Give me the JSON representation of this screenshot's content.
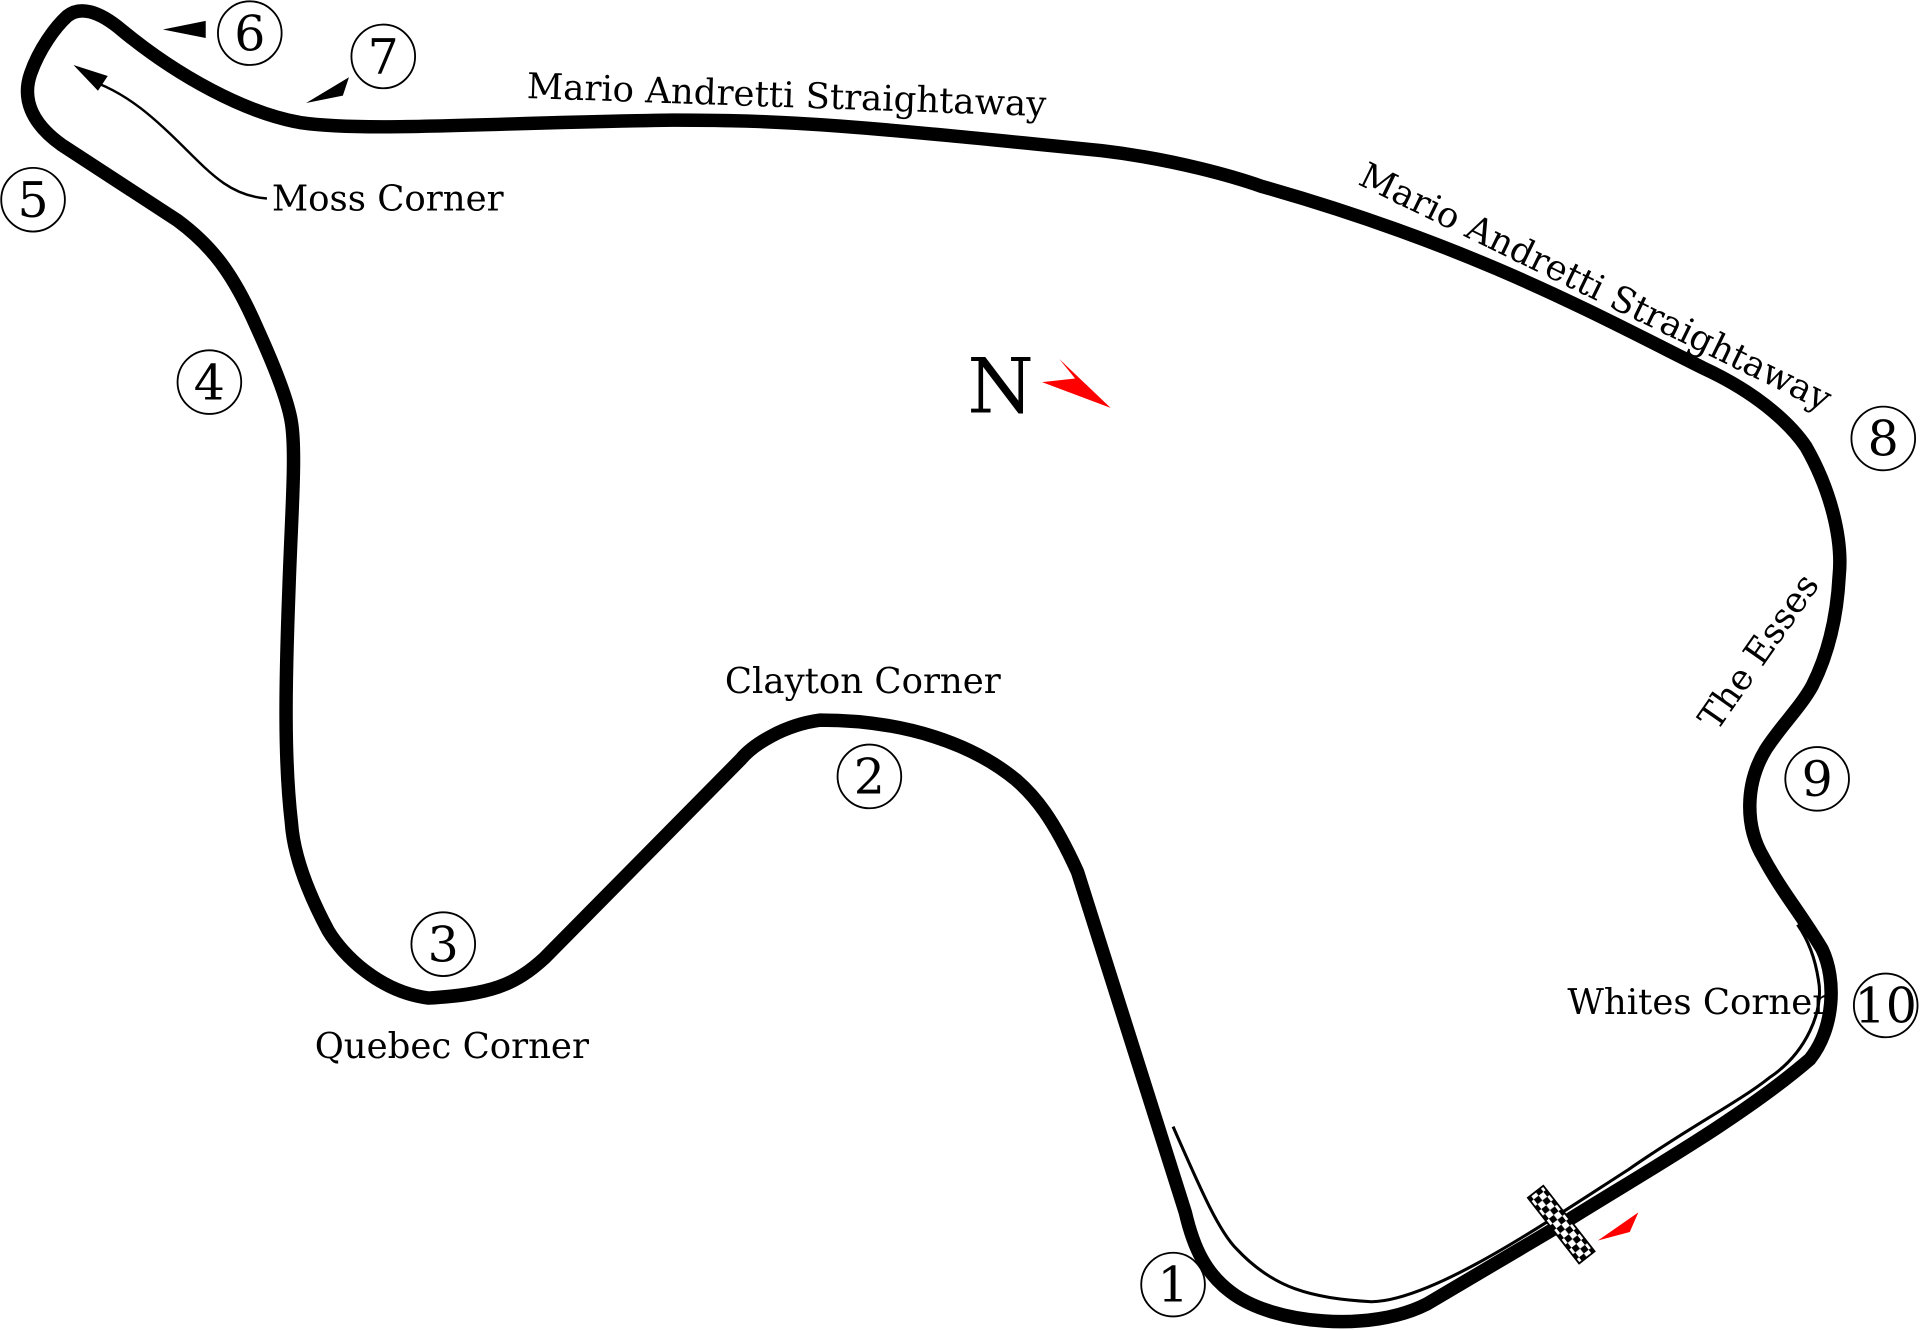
{
  "labels": {
    "straight_1": "Mario Andretti Straightaway",
    "straight_2": "Mario Andretti Straightaway",
    "moss": "Moss Corner",
    "clayton": "Clayton Corner",
    "quebec": "Quebec Corner",
    "whites": "Whites Corner",
    "esses": "The Esses",
    "north": "N"
  },
  "turns": [
    "1",
    "2",
    "3",
    "4",
    "5",
    "6",
    "7",
    "8",
    "9",
    "10"
  ],
  "colors": {
    "track": "#000000",
    "north_arrow": "#ff0000",
    "direction_arrow": "#ff0000",
    "background": "#ffffff"
  },
  "icons": {
    "north": "north-arrow-icon",
    "start_finish": "checkered-flag-icon",
    "direction": "direction-arrow-icon"
  }
}
